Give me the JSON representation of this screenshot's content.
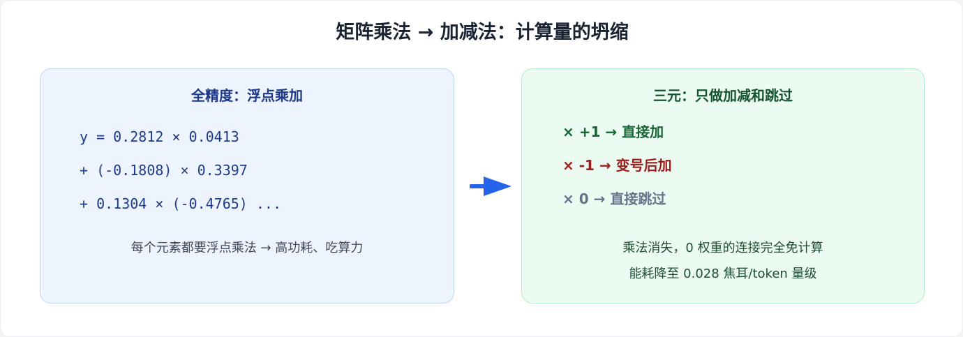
{
  "title": "矩阵乘法 → 加减法：计算量的坍缩",
  "left_panel": {
    "title": "全精度：浮点乘加",
    "code_lines": [
      "y = 0.2812 × 0.0413",
      "+ (-0.1808) × 0.3397",
      "+ 0.1304 × (-0.4765) ..."
    ],
    "note": "每个元素都要浮点乘法 → 高功耗、吃算力"
  },
  "right_panel": {
    "title": "三元：只做加减和跳过",
    "rules": [
      {
        "text": "× +1 → 直接加",
        "color": "#166534"
      },
      {
        "text": "× -1 → 变号后加",
        "color": "#9b1c1c"
      },
      {
        "text": "× 0 → 直接跳过",
        "color": "#64748b"
      }
    ],
    "notes": [
      "乘法消失，0 权重的连接完全免计算",
      "能耗降至 0.028 焦耳/token 量级"
    ]
  },
  "colors": {
    "arrow": "#2563eb",
    "left_border": "#bcd5f3",
    "right_border": "#b5ecc9"
  },
  "icons": {
    "transition_arrow": "right-arrow-icon"
  }
}
